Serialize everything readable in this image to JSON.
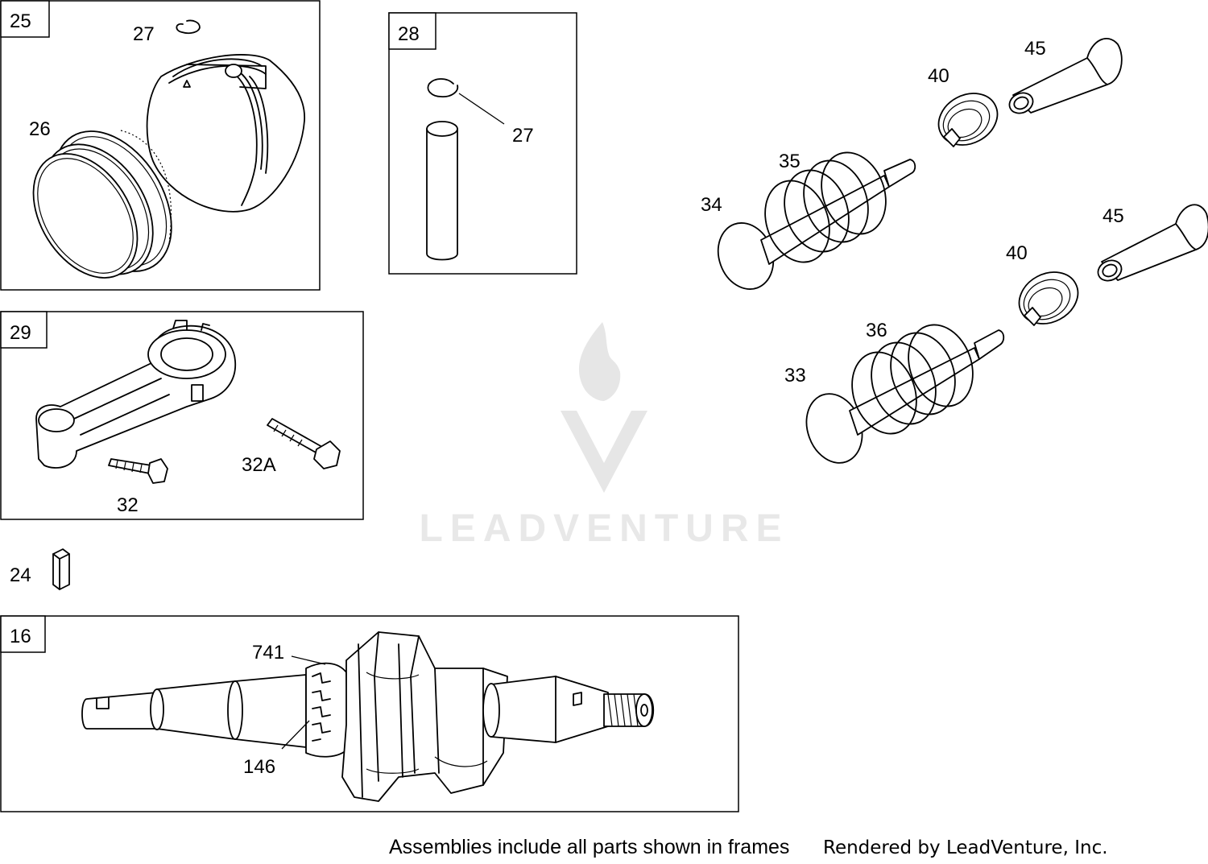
{
  "watermark": {
    "text": "LEADVENTURE"
  },
  "frames": {
    "piston_assembly": {
      "tag": "25",
      "callouts": {
        "lock": "27",
        "rings": "26"
      }
    },
    "pin_assembly": {
      "tag": "28",
      "callouts": {
        "lock": "27"
      }
    },
    "rod_assembly": {
      "tag": "29",
      "callouts": {
        "bolt_a": "32A",
        "bolt": "32"
      }
    },
    "crankshaft_assembly": {
      "tag": "16",
      "callouts": {
        "gear_key": "741",
        "gear": "146"
      }
    }
  },
  "loose_parts": {
    "key": "24",
    "exhaust_valve": "34",
    "exhaust_spring": "35",
    "exhaust_retainer": "40",
    "exhaust_rotator": "45",
    "intake_valve": "33",
    "intake_spring": "36",
    "intake_retainer": "40",
    "intake_rotator": "45"
  },
  "footer": {
    "note": "Assemblies include all parts shown in frames",
    "credit": "Rendered by LeadVenture, Inc."
  }
}
